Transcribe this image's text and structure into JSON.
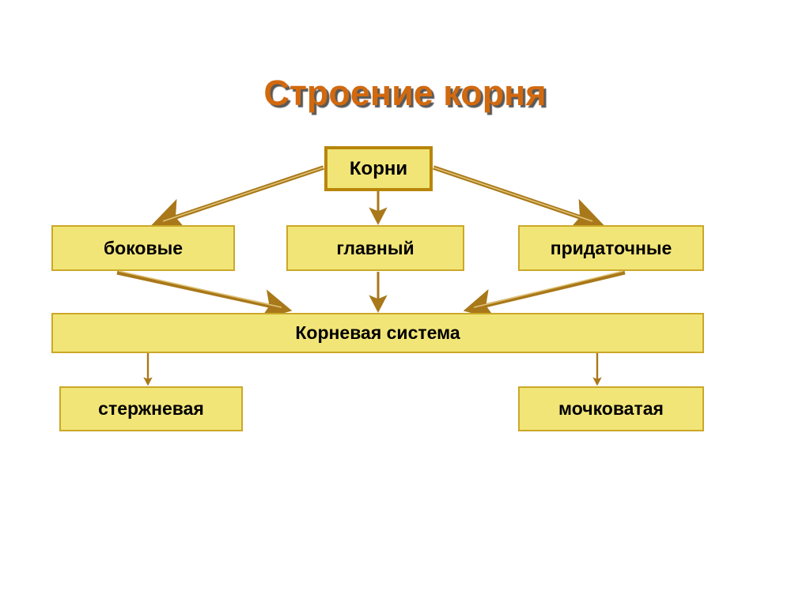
{
  "slide": {
    "title": "Строение корня",
    "title_color": "#d2690e",
    "background_color": "#ffffff",
    "box_fill_color": "#f2e578",
    "box_border_color": "#cba828",
    "arrow_color": "#b8860b"
  },
  "diagram": {
    "nodes": [
      {
        "id": "korni",
        "label": "Корни",
        "level": 1
      },
      {
        "id": "bokovye",
        "label": "боковые",
        "level": 2
      },
      {
        "id": "glavnyj",
        "label": "главный",
        "level": 2
      },
      {
        "id": "pridatoch",
        "label": "придаточные",
        "level": 2
      },
      {
        "id": "sistema",
        "label": "Корневая система",
        "level": 3
      },
      {
        "id": "sterzh",
        "label": "стержневая",
        "level": 4
      },
      {
        "id": "mochk",
        "label": "мочковатая",
        "level": 4
      }
    ],
    "edges": [
      {
        "from": "korni",
        "to": "bokovye"
      },
      {
        "from": "korni",
        "to": "glavnyj"
      },
      {
        "from": "korni",
        "to": "pridatoch"
      },
      {
        "from": "bokovye",
        "to": "sistema"
      },
      {
        "from": "glavnyj",
        "to": "sistema"
      },
      {
        "from": "pridatoch",
        "to": "sistema"
      },
      {
        "from": "sistema",
        "to": "sterzh"
      },
      {
        "from": "sistema",
        "to": "mochk"
      }
    ]
  }
}
